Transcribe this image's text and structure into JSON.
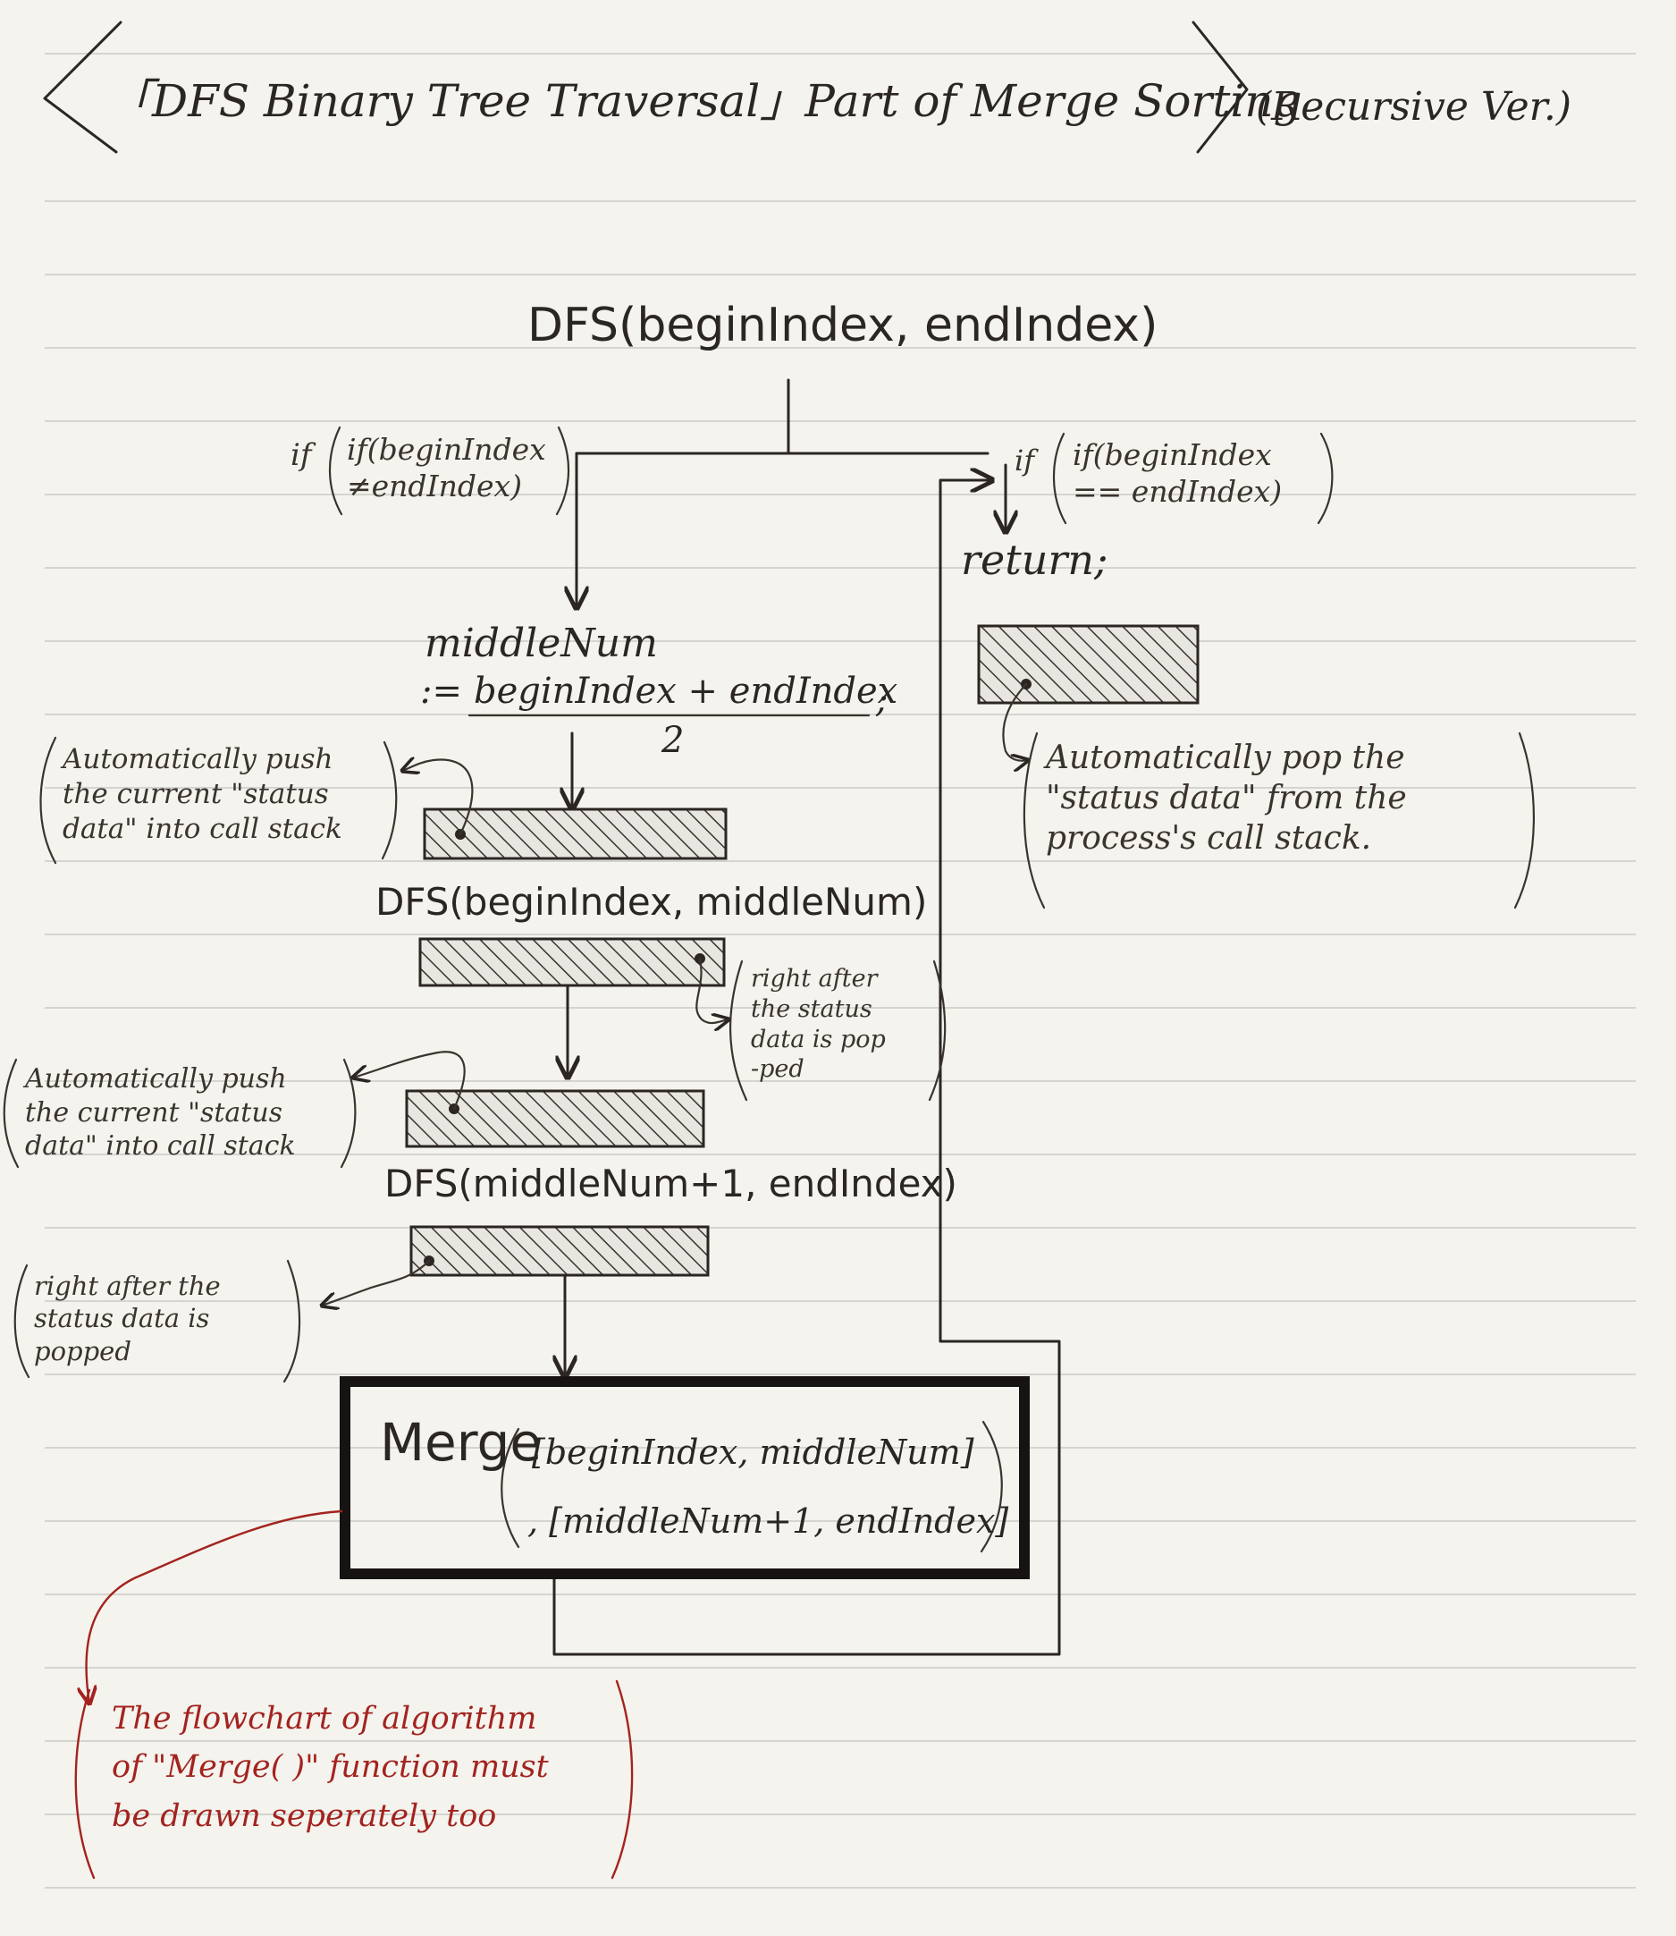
{
  "header": {
    "title": "「DFS Binary Tree Traversal」Part of Merge Sorting",
    "version": "(Recursive Ver.)"
  },
  "flow": {
    "root_call": "DFS(beginIndex, endIndex)",
    "cond_left": "if(beginIndex\n≠endIndex)",
    "cond_right": "if(beginIndex\n== endIndex)",
    "return_stmt": "return;",
    "middle_label": "middleNum",
    "middle_expr_prefix": ":=",
    "middle_numerator": "beginIndex + endIndex",
    "middle_denominator": "2",
    "middle_semicolon": ";",
    "dfs_left": "DFS(beginIndex, middleNum)",
    "dfs_right": "DFS(middleNum+1, endIndex)",
    "merge_name": "Merge",
    "merge_arg1": "[beginIndex, middleNum]",
    "merge_arg2": ", [middleNum+1, endIndex]"
  },
  "notes": {
    "push_1": "Automatically push\nthe current \"status\ndata\" into call stack",
    "pop_right": "Automatically pop the\n\"status data\" from the\nprocess's call stack.",
    "after_pop_1": "right after\nthe status\ndata is pop\n-ped",
    "push_2": "Automatically push\nthe current \"status\ndata\" into call stack",
    "after_pop_2": "right after the\nstatus data is\npopped",
    "merge_note": "The flowchart of algorithm\nof \"Merge( )\" function must\nbe drawn seperately too"
  },
  "colors": {
    "paper": "#f4f3ee",
    "ink": "#2b2622",
    "red_ink": "#a3231f",
    "ruled_line": "#c9c9c6"
  }
}
